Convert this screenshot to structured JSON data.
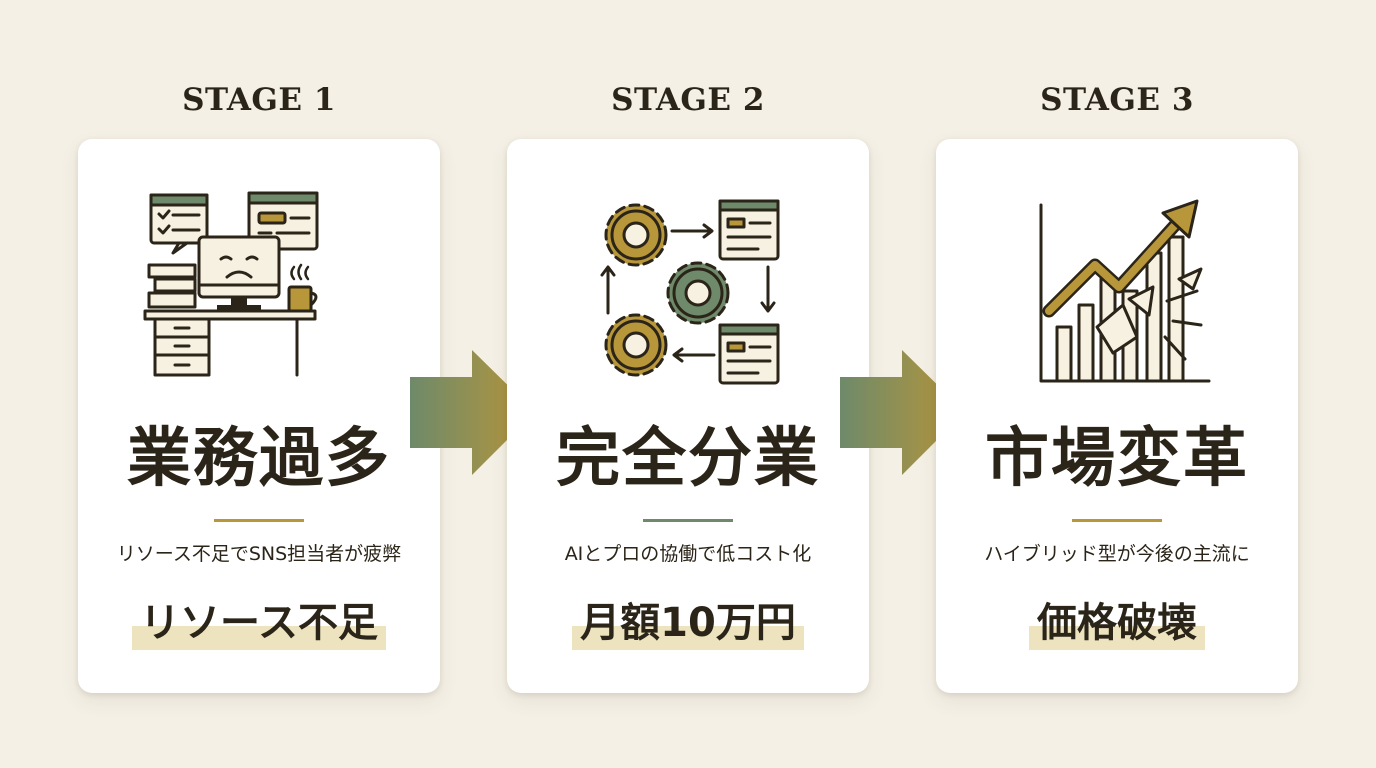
{
  "stages": [
    {
      "label": "STAGE 1",
      "title": "業務過多",
      "description": "リソース不足でSNS担当者が疲弊",
      "keyword": "リソース不足",
      "icon": "overworked-desk-icon",
      "divider_color": "#b8963a"
    },
    {
      "label": "STAGE 2",
      "title": "完全分業",
      "description": "AIとプロの協働で低コスト化",
      "keyword": "月額10万円",
      "icon": "gears-workflow-icon",
      "divider_color": "#6e8a6a"
    },
    {
      "label": "STAGE 3",
      "title": "市場変革",
      "description": "ハイブリッド型が今後の主流に",
      "keyword": "価格破壊",
      "icon": "breakthrough-growth-chart-icon",
      "divider_color": "#b8963a"
    }
  ],
  "colors": {
    "background": "#f4f0e6",
    "card": "#ffffff",
    "text": "#2b2418",
    "gold": "#b8963a",
    "sage": "#6e8a6a",
    "highlight": "#eee3bf"
  }
}
